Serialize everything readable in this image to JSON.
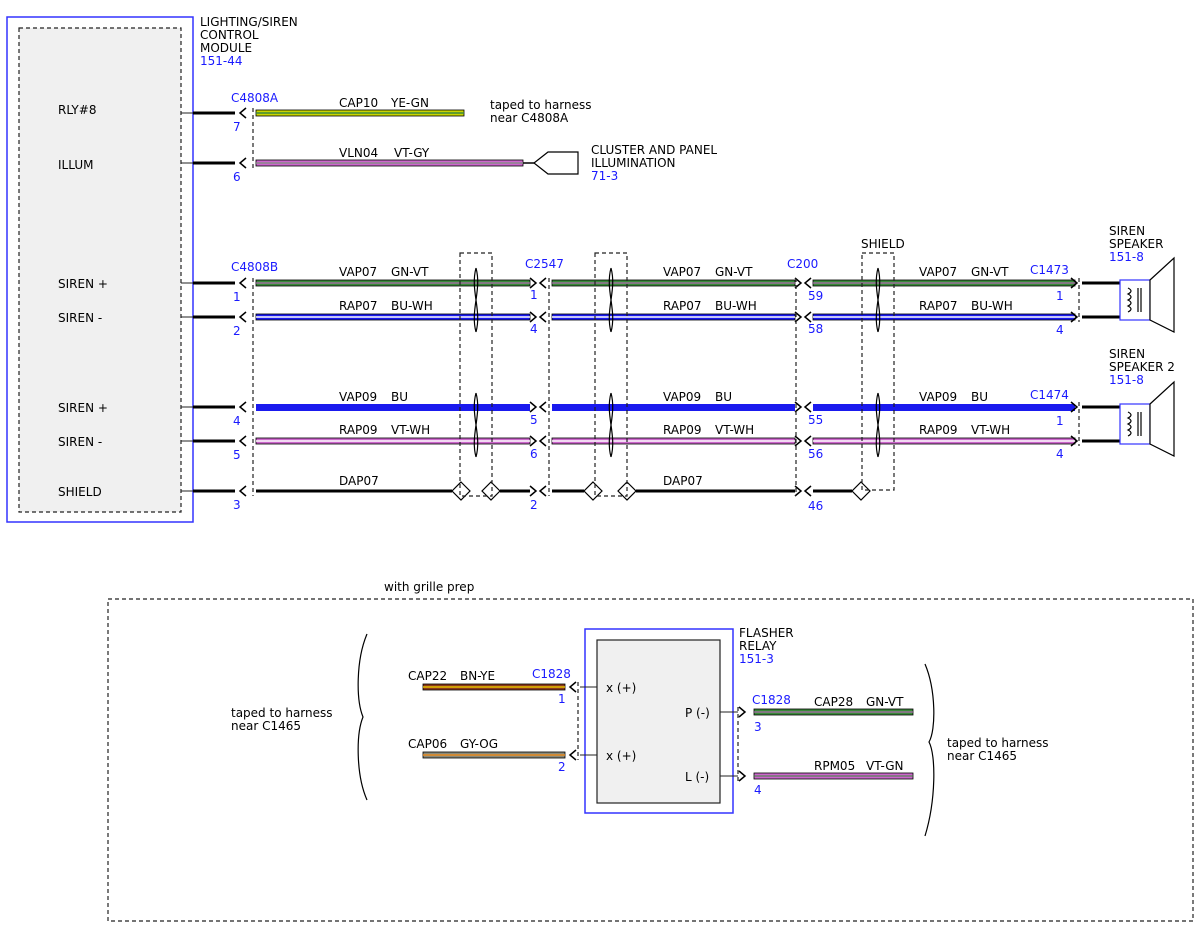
{
  "module": {
    "title": [
      "LIGHTING/SIREN",
      "CONTROL",
      "MODULE"
    ],
    "ref": "151-44"
  },
  "pins": {
    "rly8": "RLY#8",
    "illum": "ILLUM",
    "siren_pos_1": "SIREN +",
    "siren_neg_1": "SIREN -",
    "siren_pos_2": "SIREN +",
    "siren_neg_2": "SIREN -",
    "shield": "SHIELD"
  },
  "connectors": {
    "c4808a": "C4808A",
    "c4808b": "C4808B",
    "c2547": "C2547",
    "c200": "C200",
    "c1473": "C1473",
    "c1474": "C1474",
    "c1828_in": "C1828",
    "c1828_out": "C1828"
  },
  "pin_numbers": {
    "a7": "7",
    "a6": "6",
    "b1": "1",
    "b2": "2",
    "b4": "4",
    "b5": "5",
    "b3": "3",
    "d1": "1",
    "d4": "4",
    "d5": "5",
    "d6": "6",
    "d2": "2",
    "e59": "59",
    "e58": "58",
    "e55": "55",
    "e56": "56",
    "e46": "46",
    "s1_1": "1",
    "s1_4": "4",
    "s2_1": "1",
    "s2_4": "4",
    "f1": "1",
    "f2": "2",
    "f3": "3",
    "f4": "4"
  },
  "wires": {
    "cap10": {
      "circuit": "CAP10",
      "color": "YE-GN"
    },
    "vln04": {
      "circuit": "VLN04",
      "color": "VT-GY"
    },
    "vap07": {
      "circuit": "VAP07",
      "color": "GN-VT"
    },
    "rap07": {
      "circuit": "RAP07",
      "color": "BU-WH"
    },
    "vap09": {
      "circuit": "VAP09",
      "color": "BU"
    },
    "rap09": {
      "circuit": "RAP09",
      "color": "VT-WH"
    },
    "dap07": {
      "circuit": "DAP07"
    },
    "cap22": {
      "circuit": "CAP22",
      "color": "BN-YE"
    },
    "cap06": {
      "circuit": "CAP06",
      "color": "GY-OG"
    },
    "cap28": {
      "circuit": "CAP28",
      "color": "GN-VT"
    },
    "rpm05": {
      "circuit": "RPM05",
      "color": "VT-GN"
    }
  },
  "notes": {
    "taped_top": [
      "taped to harness",
      "near C4808A"
    ],
    "cluster": [
      "CLUSTER AND PANEL",
      "ILLUMINATION"
    ],
    "cluster_ref": "71-3",
    "shield": "SHIELD",
    "grille": "with grille prep",
    "taped_left": [
      "taped to harness",
      "near C1465"
    ],
    "taped_right": [
      "taped to harness",
      "near C1465"
    ]
  },
  "speakers": {
    "s1": {
      "title": [
        "SIREN",
        "SPEAKER"
      ],
      "ref": "151-8"
    },
    "s2": {
      "title": [
        "SIREN",
        "SPEAKER 2"
      ],
      "ref": "151-8"
    }
  },
  "relay": {
    "title": [
      "FLASHER",
      "RELAY"
    ],
    "ref": "151-3",
    "x_pos_1": "x (+)",
    "x_pos_2": "x (+)",
    "p_neg": "P (-)",
    "l_neg": "L (-)"
  },
  "colors": {
    "module_border": "#3333ff",
    "module_fill": "#f0f0f0",
    "label_blue": "#1a1aff",
    "yellow_green": "#c8d400",
    "violet": "#cc66cc",
    "green": "#3a8a3a",
    "blue": "#1a1aee",
    "brown": "#8b3a1a",
    "gray": "#8a8a7a"
  }
}
